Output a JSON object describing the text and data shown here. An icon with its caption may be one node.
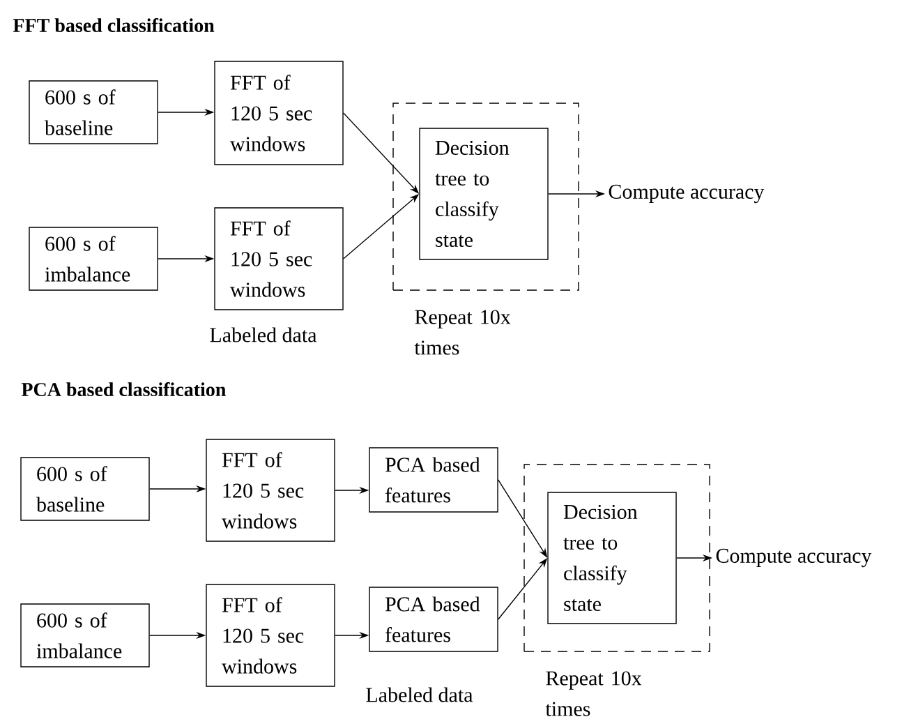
{
  "diagram": {
    "nodes": [
      {
        "text": [
          "600 s of baseline"
        ]
      },
      {
        "text": [
          "FFT of 120 5 sec windows"
        ]
      },
      {
        "text": [
          "600 s of imbalance"
        ]
      },
      {
        "text": [
          "FFT of 120 5 sec windows"
        ]
      },
      {
        "text": [],
        "shape": "box",
        "beside": [
          "Repeat 10x times"
        ]
      },
      {
        "text": [
          "Decision tree to classify state"
        ],
        "in": 4
      },
      {
        "text": [
          "Compute accuracy"
        ]
      },
      {
        "text": [
          "600 s of baseline"
        ]
      },
      {
        "text": [
          "FFT of 120 5 sec windows"
        ]
      },
      {
        "text": [
          "PCA based features"
        ]
      },
      {
        "text": [
          "600 s of imbalance"
        ]
      },
      {
        "text": [
          "FFT of 120 5 sec windows"
        ]
      },
      {
        "text": [
          "PCA based features"
        ]
      },
      {
        "text": [],
        "shape": "box",
        "beside": [
          "Repeat 10x times"
        ]
      },
      {
        "text": [
          "Decision tree to classify state"
        ],
        "in": 13
      },
      {
        "text": [
          "Compute accuracy"
        ]
      }
    ],
    "edges": [
      {
        "from": 0,
        "to": 1,
        "arrow": "to"
      },
      {
        "from": 2,
        "to": 3,
        "arrow": "to"
      },
      {
        "from": 1,
        "to": 5,
        "arrow": "to"
      },
      {
        "from": 3,
        "to": 5,
        "arrow": "to"
      },
      {
        "from": 5,
        "to": 6,
        "arrow": "to"
      },
      {
        "from": 7,
        "to": 8,
        "arrow": "to"
      },
      {
        "from": 8,
        "to": 9,
        "arrow": "to"
      },
      {
        "from": 10,
        "to": 11,
        "arrow": "to"
      },
      {
        "from": 11,
        "to": 12,
        "arrow": "to"
      },
      {
        "from": 9,
        "to": 14,
        "arrow": "to"
      },
      {
        "from": 12,
        "to": 14,
        "arrow": "to"
      },
      {
        "from": 14,
        "to": 15,
        "arrow": "to"
      }
    ],
    "labels": [
      "FFT based classification",
      "Labeled data",
      "PCA based classification",
      "Labeled data"
    ]
  }
}
